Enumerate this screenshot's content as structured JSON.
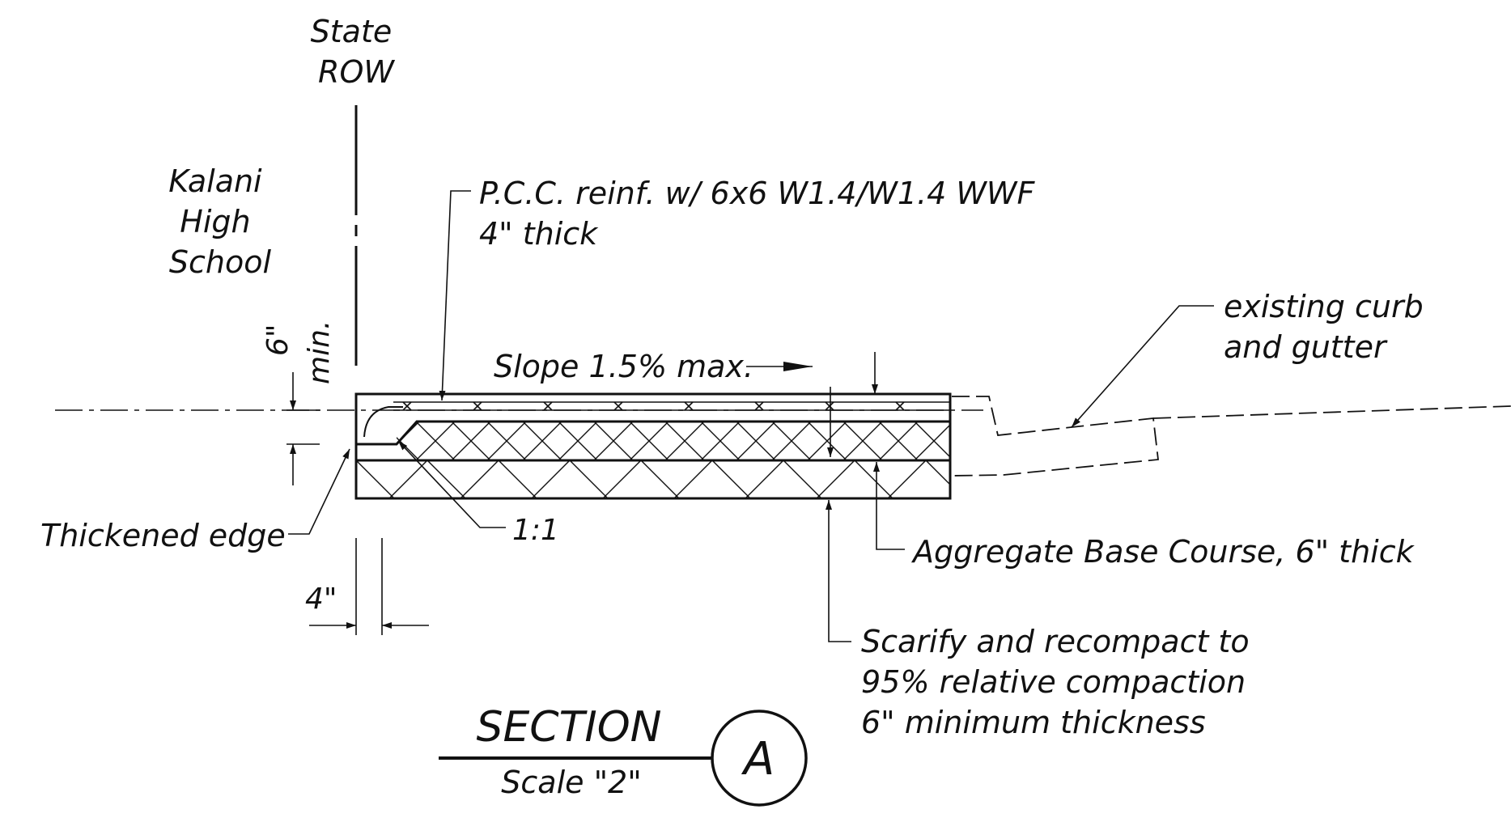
{
  "labels": {
    "state_row": [
      "State",
      "ROW"
    ],
    "school": [
      "Kalani",
      "High",
      "School"
    ],
    "pcc": [
      "P.C.C. reinf. w/ 6x6 W1.4/W1.4 WWF",
      "4\" thick"
    ],
    "slope": "Slope 1.5% max.",
    "curb": [
      "existing curb",
      "and gutter"
    ],
    "dim_six": "6\"",
    "dim_min": "min.",
    "thickened_edge": "Thickened edge",
    "ratio": "1:1",
    "dim_four": "4\"",
    "base_course": "Aggregate Base Course, 6\" thick",
    "scarify": [
      "Scarify and recompact to",
      "95% relative compaction",
      "6\" minimum thickness"
    ]
  },
  "title_block": {
    "title": "SECTION",
    "scale": "Scale  \"2\"",
    "marker": "A"
  },
  "style": {
    "ink": "#111111",
    "paper": "#ffffff"
  }
}
